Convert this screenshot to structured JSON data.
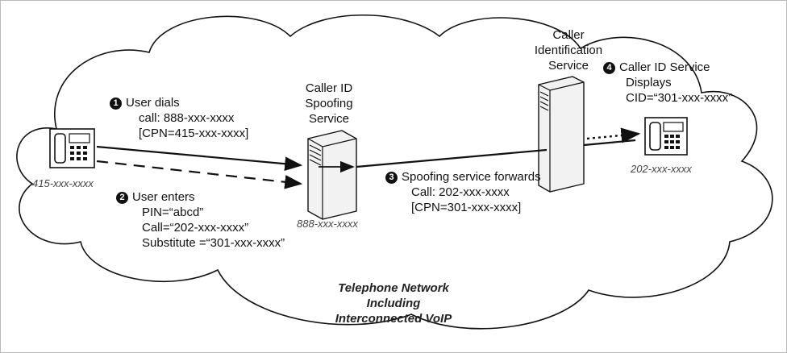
{
  "caller": {
    "number": "415-xxx-xxxx"
  },
  "spoof_service": {
    "name_lines": [
      "Caller ID",
      "Spoofing",
      "Service"
    ],
    "number": "888-xxx-xxxx"
  },
  "cid_service": {
    "name_lines": [
      "Caller",
      "Identification",
      "Service"
    ]
  },
  "receiver": {
    "number": "202-xxx-xxxx"
  },
  "steps": [
    {
      "badge": "1",
      "lines": [
        "User dials",
        "call: 888-xxx-xxxx",
        "[CPN=415-xxx-xxxx]"
      ]
    },
    {
      "badge": "2",
      "lines": [
        "User enters",
        "PIN=“abcd”",
        "Call=“202-xxx-xxxx”",
        "Substitute =“301-xxx-xxxx”"
      ]
    },
    {
      "badge": "3",
      "lines": [
        "Spoofing service forwards",
        "Call: 202-xxx-xxxx",
        "[CPN=301-xxx-xxxx]"
      ]
    },
    {
      "badge": "4",
      "lines": [
        "Caller ID Service",
        "Displays",
        "CID=“301-xxx-xxxx”"
      ]
    }
  ],
  "network_label": [
    "Telephone Network",
    "Including",
    "Interconnected VoIP"
  ],
  "colors": {
    "ink": "#111111",
    "cloud_fill": "#ffffff",
    "tower_fill": "#f2f2f2"
  },
  "icons": [
    "phone-icon",
    "server-tower-icon",
    "cloud-shape"
  ]
}
